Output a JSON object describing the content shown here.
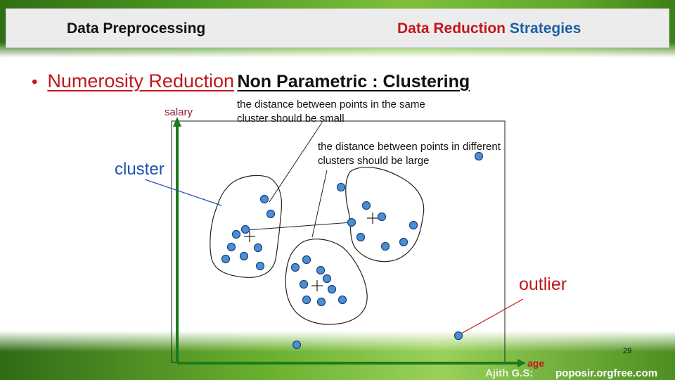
{
  "header": {
    "left_title": "Data Preprocessing",
    "right_title_part1": "Data Reduction",
    "right_title_part2": "Strategies"
  },
  "slide": {
    "bullet": "•",
    "title_red": "Numerosity Reduction",
    "title_black": "Non Parametric : Clustering"
  },
  "diagram": {
    "y_axis_label": "salary",
    "x_axis_label": "age",
    "note_same_cluster_line1": "the distance between points in the same",
    "note_same_cluster_line2": "cluster should be small",
    "note_diff_cluster_line1": "the distance between points in different",
    "note_diff_cluster_line2": "clusters should be large",
    "cluster_label": "cluster",
    "outlier_label": "outlier",
    "colors": {
      "axis": "#1d7a1d",
      "point_fill": "#4a8fd6",
      "point_stroke": "#1c3f78",
      "outlier_arrow": "#c0181c",
      "cluster_arrow": "#1f4fb3"
    }
  },
  "footer": {
    "page_number": "29",
    "author": "Ajith G.S:",
    "website": "poposir.orgfree.com"
  }
}
